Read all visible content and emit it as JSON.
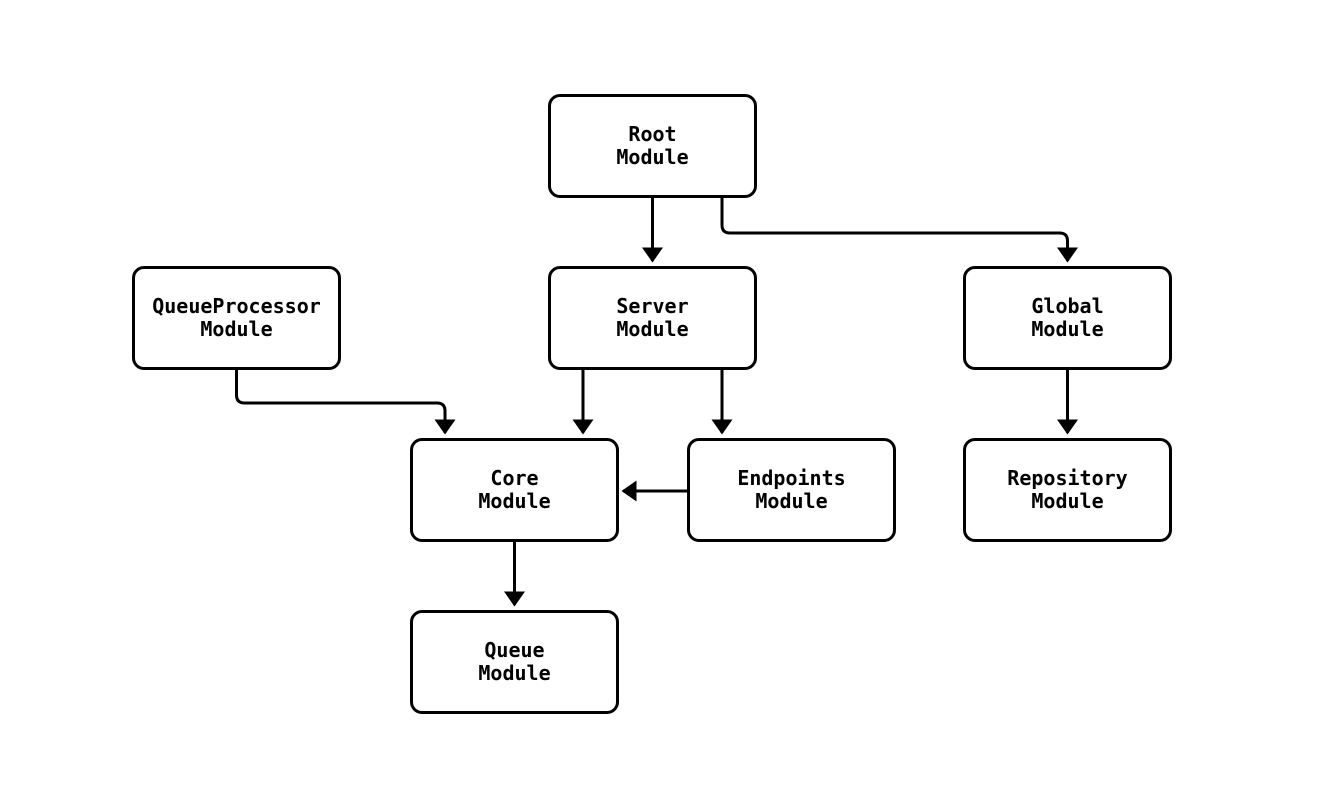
{
  "diagram": {
    "type": "flowchart",
    "background_color": "#ffffff",
    "node_fill_color": "#ffffff",
    "node_border_color": "#000000",
    "edge_color": "#000000",
    "text_color": "#000000",
    "nodes": {
      "root": {
        "label": "Root\nModule"
      },
      "queueproc": {
        "label": "QueueProcessor\nModule"
      },
      "server": {
        "label": "Server\nModule"
      },
      "global": {
        "label": "Global\nModule"
      },
      "core": {
        "label": "Core\nModule"
      },
      "endpoints": {
        "label": "Endpoints\nModule"
      },
      "repository": {
        "label": "Repository\nModule"
      },
      "queue": {
        "label": "Queue\nModule"
      }
    },
    "edges": [
      {
        "from": "Root Module",
        "to": "Server Module"
      },
      {
        "from": "Root Module",
        "to": "Global Module"
      },
      {
        "from": "QueueProcessor Module",
        "to": "Core Module"
      },
      {
        "from": "Server Module",
        "to": "Core Module"
      },
      {
        "from": "Server Module",
        "to": "Endpoints Module"
      },
      {
        "from": "Endpoints Module",
        "to": "Core Module"
      },
      {
        "from": "Core Module",
        "to": "Queue Module"
      },
      {
        "from": "Global Module",
        "to": "Repository Module"
      }
    ]
  }
}
